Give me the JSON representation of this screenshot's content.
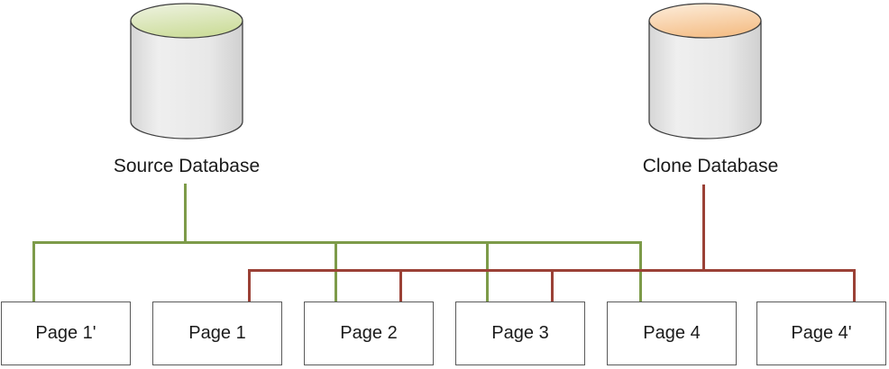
{
  "diagram": {
    "title_implied": "database clone page sharing",
    "source": {
      "label": "Source Database",
      "pages_linked": [
        "Page 1'",
        "Page 2",
        "Page 3",
        "Page 4"
      ]
    },
    "clone": {
      "label": "Clone Database",
      "pages_linked": [
        "Page 1",
        "Page 2",
        "Page 3",
        "Page 4'"
      ]
    },
    "pages": [
      {
        "label": "Page 1'",
        "linked_to": [
          "source"
        ]
      },
      {
        "label": "Page 1",
        "linked_to": [
          "clone"
        ]
      },
      {
        "label": "Page 2",
        "linked_to": [
          "source",
          "clone"
        ]
      },
      {
        "label": "Page 3",
        "linked_to": [
          "source",
          "clone"
        ]
      },
      {
        "label": "Page 4",
        "linked_to": [
          "source"
        ]
      },
      {
        "label": "Page 4'",
        "linked_to": [
          "clone"
        ]
      }
    ]
  },
  "colors": {
    "source_accent": "#7d9b49",
    "clone_accent": "#9b4136",
    "source_cylinder_top": "#cede9e",
    "clone_cylinder_top": "#f5c18c",
    "cylinder_body": "#e6e6e6",
    "box_border": "#5a5a5a"
  }
}
